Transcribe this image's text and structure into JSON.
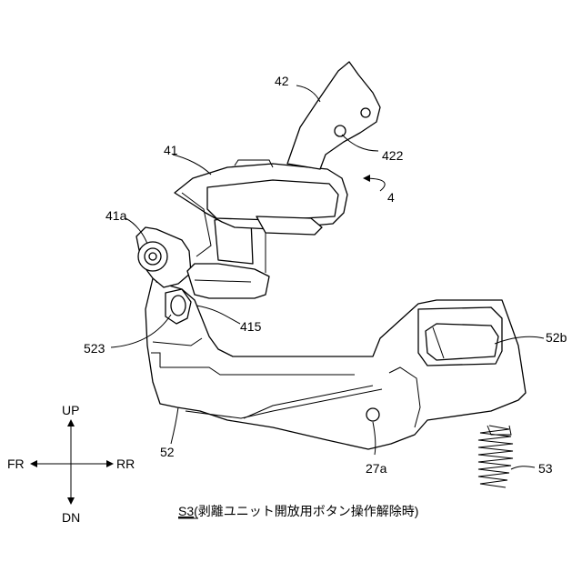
{
  "labels": {
    "l42": "42",
    "l422": "422",
    "l4": "4",
    "l41": "41",
    "l41a": "41a",
    "l523": "523",
    "l415": "415",
    "l52b": "52b",
    "l52": "52",
    "l27a": "27a",
    "l53": "53"
  },
  "directions": {
    "up": "UP",
    "down": "DN",
    "front": "FR",
    "rear": "RR"
  },
  "caption": {
    "code": "S3",
    "text": "(剥離ユニット開放用ボタン操作解除時)"
  }
}
